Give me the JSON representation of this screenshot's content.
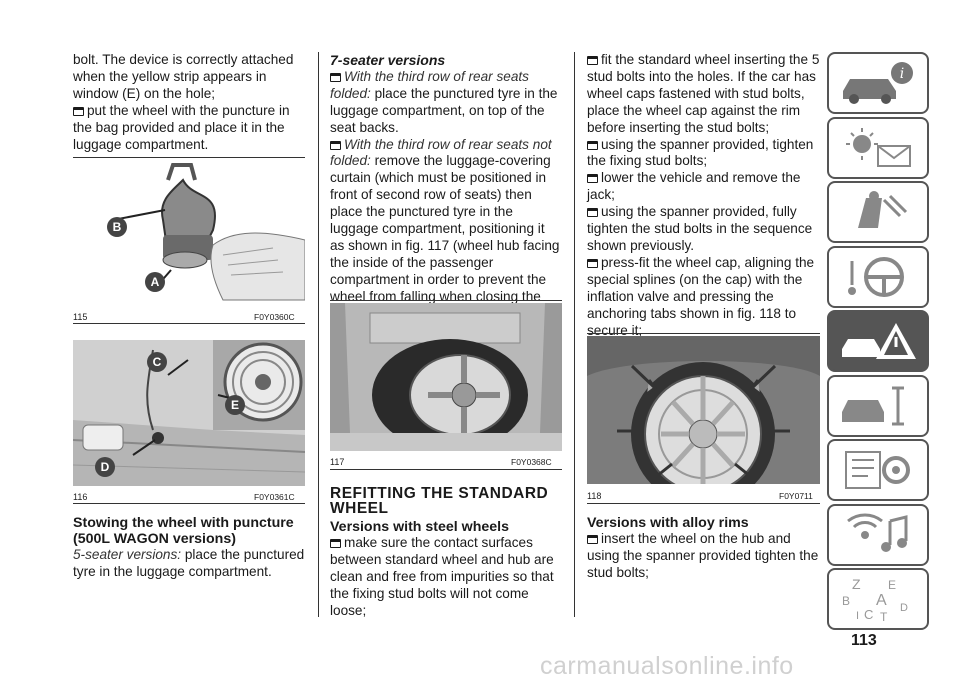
{
  "col1": {
    "intro": "bolt. The device is correctly attached when the yellow strip appears in window (E) on the hole;",
    "bullet1": "put the wheel with the puncture in the bag provided and place it in the luggage compartment.",
    "fig115": {
      "num": "115",
      "code": "F0Y0360C"
    },
    "fig116": {
      "num": "116",
      "code": "F0Y0361C"
    },
    "heading": "Stowing the wheel with puncture (500L WAGON versions)",
    "para_label": "5-seater versions:",
    "para_text": " place the punctured tyre in the luggage compartment."
  },
  "col2": {
    "heading": "7-seater versions",
    "b1_label": "With the third row of rear seats folded:",
    "b1_text": " place the punctured tyre in the luggage compartment, on top of the seat backs.",
    "b2_label": "With the third row of rear seats not folded:",
    "b2_text": " remove the luggage-covering curtain (which must be positioned in front of second row of seats) then place the punctured tyre in the luggage compartment, positioning it as shown in fig. 117 (wheel hub facing the inside of the passenger compartment in order to prevent the wheel from falling when closing the tailgate).",
    "fig117": {
      "num": "117",
      "code": "F0Y0368C"
    },
    "big_heading": "REFITTING THE STANDARD WHEEL",
    "sub_heading": "Versions with steel wheels",
    "b3": "make sure the contact surfaces between standard wheel and hub are clean and free from impurities so that the fixing stud bolts will not come loose;"
  },
  "col3": {
    "b1": "fit the standard wheel inserting the 5 stud bolts into the holes. If the car has wheel caps fastened with stud bolts, place the wheel cap against the rim before inserting the stud bolts;",
    "b2": "using the spanner provided, tighten the fixing stud bolts;",
    "b3": "lower the vehicle and remove the jack;",
    "b4": "using the spanner provided, fully tighten the stud bolts in the sequence shown previously.",
    "b5": "press-fit the wheel cap, aligning the special splines (on the cap) with the inflation valve and pressing the anchoring tabs shown in fig. 118 to secure it;",
    "fig118": {
      "num": "118",
      "code": "F0Y0711"
    },
    "sub_heading": "Versions with alloy rims",
    "b6": "insert the wheel on the hub and using the spanner provided tighten the stud bolts;"
  },
  "fig_labels": {
    "a": "A",
    "b": "B",
    "c": "C",
    "d": "D",
    "e": "E"
  },
  "sidebar_icons": [
    "car-info-icon",
    "warning-lights-icon",
    "safety-icon",
    "driving-icon",
    "emergency-icon",
    "maintenance-icon",
    "technical-data-icon",
    "multimedia-icon",
    "index-icon"
  ],
  "sidebar_letters": {
    "z": "Z",
    "e": "E",
    "b": "B",
    "a": "A",
    "d": "D",
    "i": "I",
    "c": "C",
    "t": "T"
  },
  "page_number": "113",
  "watermark": "carmanualsonline.info"
}
